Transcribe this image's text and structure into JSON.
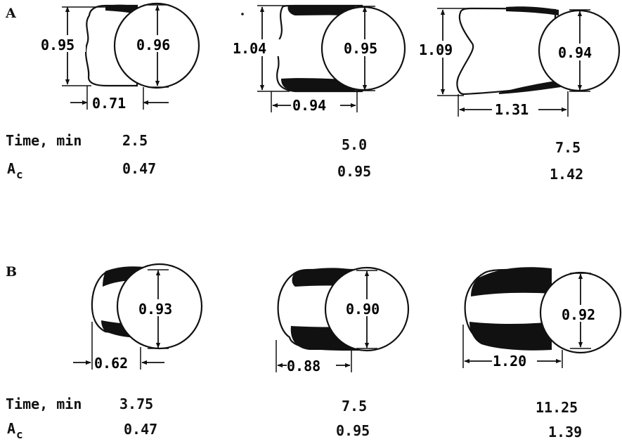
{
  "panels": [
    {
      "letter": "A",
      "time_label": "Time, min",
      "ac_label": "A",
      "ac_sub": "c",
      "figures": [
        {
          "height": "0.95",
          "diameter": "0.96",
          "length": "0.71",
          "time": "2.5",
          "ac": "0.47"
        },
        {
          "height": "1.04",
          "diameter": "0.95",
          "length": "0.94",
          "time": "5.0",
          "ac": "0.95"
        },
        {
          "height": "1.09",
          "diameter": "0.94",
          "length": "1.31",
          "time": "7.5",
          "ac": "1.42"
        }
      ]
    },
    {
      "letter": "B",
      "time_label": "Time, min",
      "ac_label": "A",
      "ac_sub": "c",
      "figures": [
        {
          "diameter": "0.93",
          "length": "0.62",
          "time": "3.75",
          "ac": "0.47"
        },
        {
          "diameter": "0.90",
          "length": "0.88",
          "time": "7.5",
          "ac": "0.95"
        },
        {
          "diameter": "0.92",
          "length": "1.20",
          "time": "11.25",
          "ac": "1.39"
        }
      ]
    }
  ]
}
